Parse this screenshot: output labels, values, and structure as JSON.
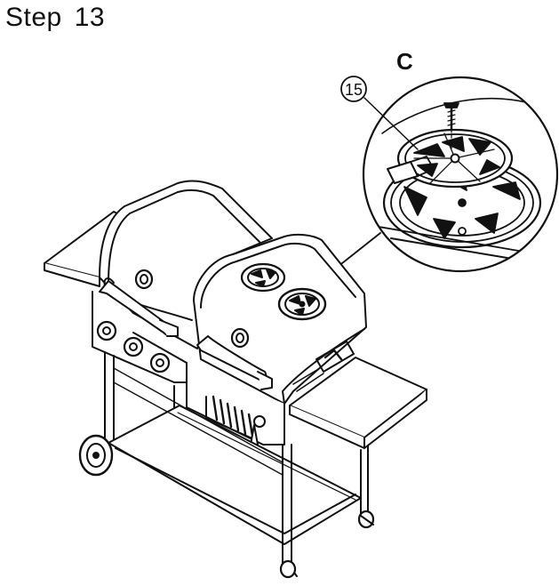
{
  "step": {
    "label": "Step",
    "number": "13"
  },
  "callouts": {
    "part_letter": "C",
    "part_number": "15"
  },
  "colors": {
    "line": "#111111",
    "background": "#ffffff"
  }
}
